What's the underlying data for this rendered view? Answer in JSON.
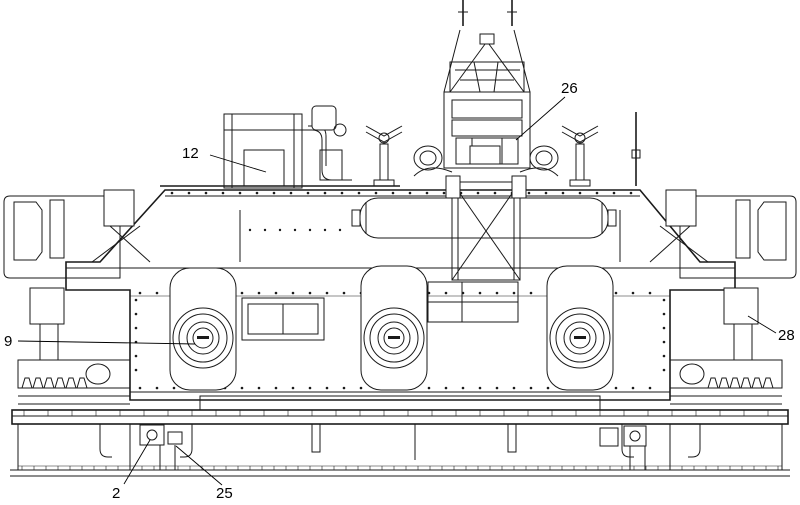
{
  "figure": {
    "callouts": {
      "c12": "12",
      "c26": "26",
      "c9": "9",
      "c28": "28",
      "c2": "2",
      "c25": "25"
    }
  }
}
